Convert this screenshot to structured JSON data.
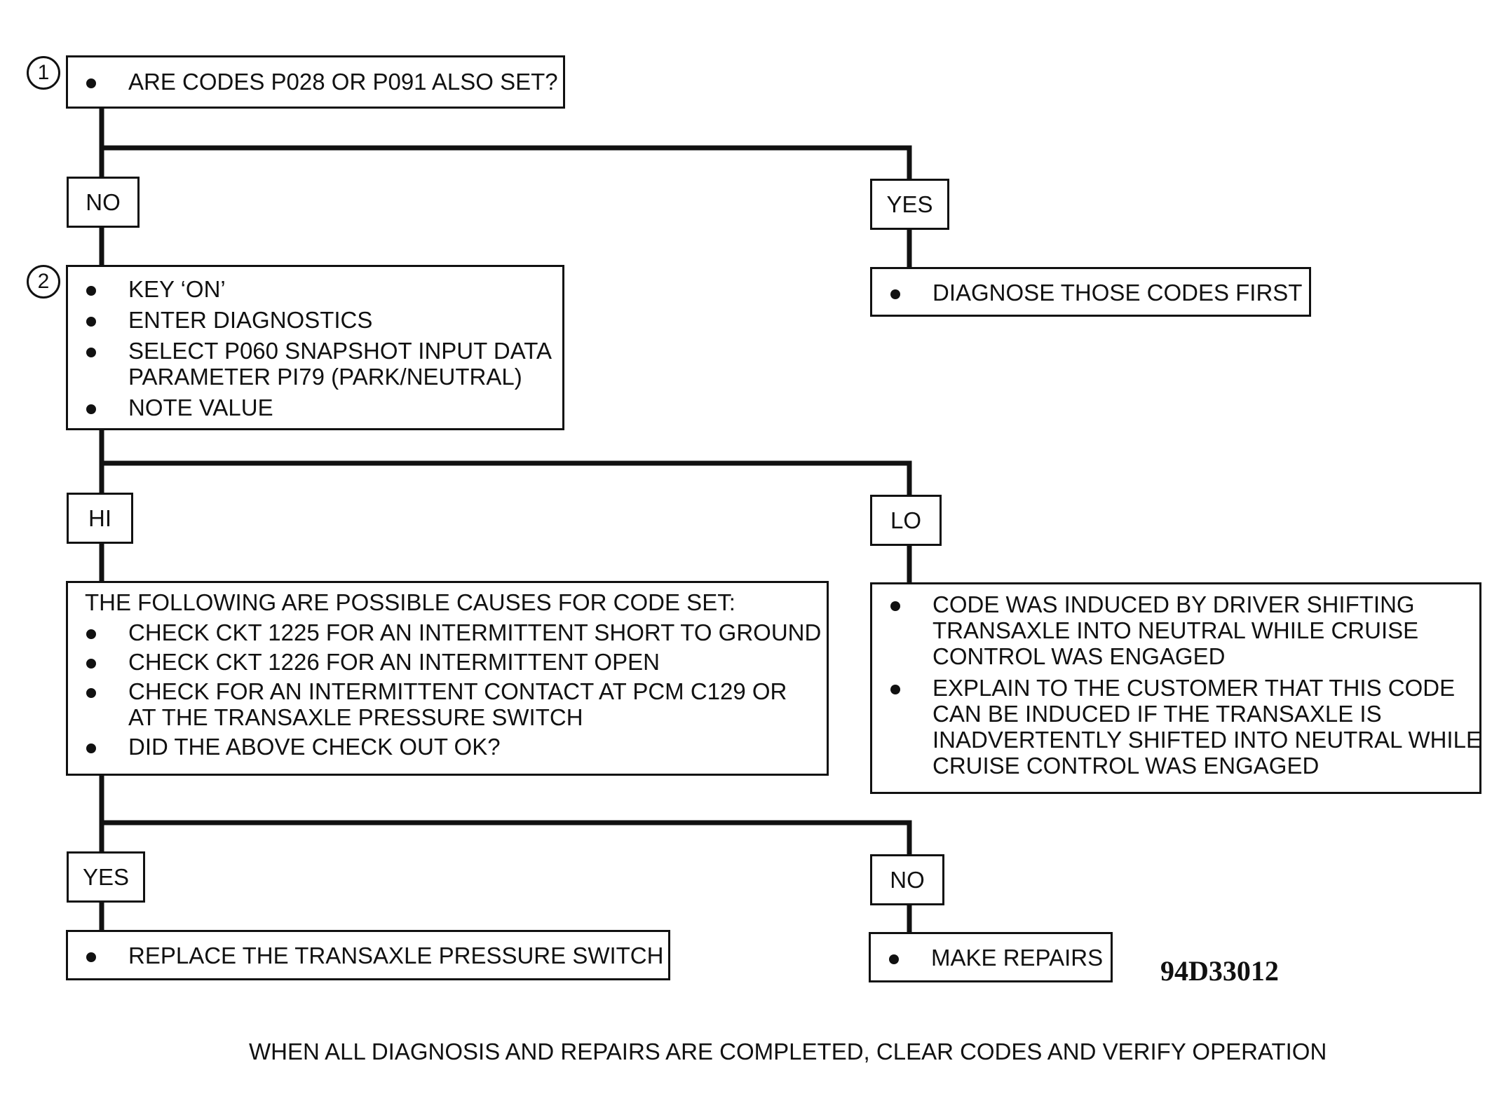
{
  "step1": {
    "number": "1",
    "items": [
      "ARE CODES P028 OR P091 ALSO SET?"
    ],
    "no_label": "NO",
    "yes_label": "YES",
    "yes_items": [
      "DIAGNOSE THOSE CODES FIRST"
    ]
  },
  "step2": {
    "number": "2",
    "items": [
      "KEY ‘ON’",
      "ENTER DIAGNOSTICS",
      "SELECT P060 SNAPSHOT INPUT DATA\nPARAMETER PI79 (PARK/NEUTRAL)",
      "NOTE VALUE"
    ],
    "hi_label": "HI",
    "lo_label": "LO"
  },
  "hi_box": {
    "header": "THE FOLLOWING ARE POSSIBLE CAUSES FOR CODE SET:",
    "items": [
      "CHECK CKT 1225 FOR AN INTERMITTENT SHORT TO GROUND",
      "CHECK CKT 1226 FOR AN INTERMITTENT OPEN",
      "CHECK FOR AN INTERMITTENT CONTACT AT PCM C129 OR\nAT THE TRANSAXLE PRESSURE SWITCH",
      "DID THE ABOVE CHECK OUT OK?"
    ],
    "yes_label": "YES",
    "no_label": "NO"
  },
  "lo_box": {
    "items": [
      "CODE WAS INDUCED BY DRIVER SHIFTING\nTRANSAXLE INTO NEUTRAL WHILE CRUISE\nCONTROL WAS ENGAGED",
      "EXPLAIN TO THE CUSTOMER THAT THIS CODE\nCAN BE INDUCED IF THE TRANSAXLE IS\nINADVERTENTLY SHIFTED INTO NEUTRAL WHILE\nCRUISE CONTROL WAS ENGAGED"
    ]
  },
  "yes_result": {
    "items": [
      "REPLACE THE TRANSAXLE PRESSURE SWITCH"
    ]
  },
  "no_result": {
    "items": [
      "MAKE REPAIRS"
    ]
  },
  "figure_id": "94D33012",
  "footer": "WHEN ALL DIAGNOSIS AND REPAIRS ARE COMPLETED, CLEAR CODES AND VERIFY OPERATION"
}
